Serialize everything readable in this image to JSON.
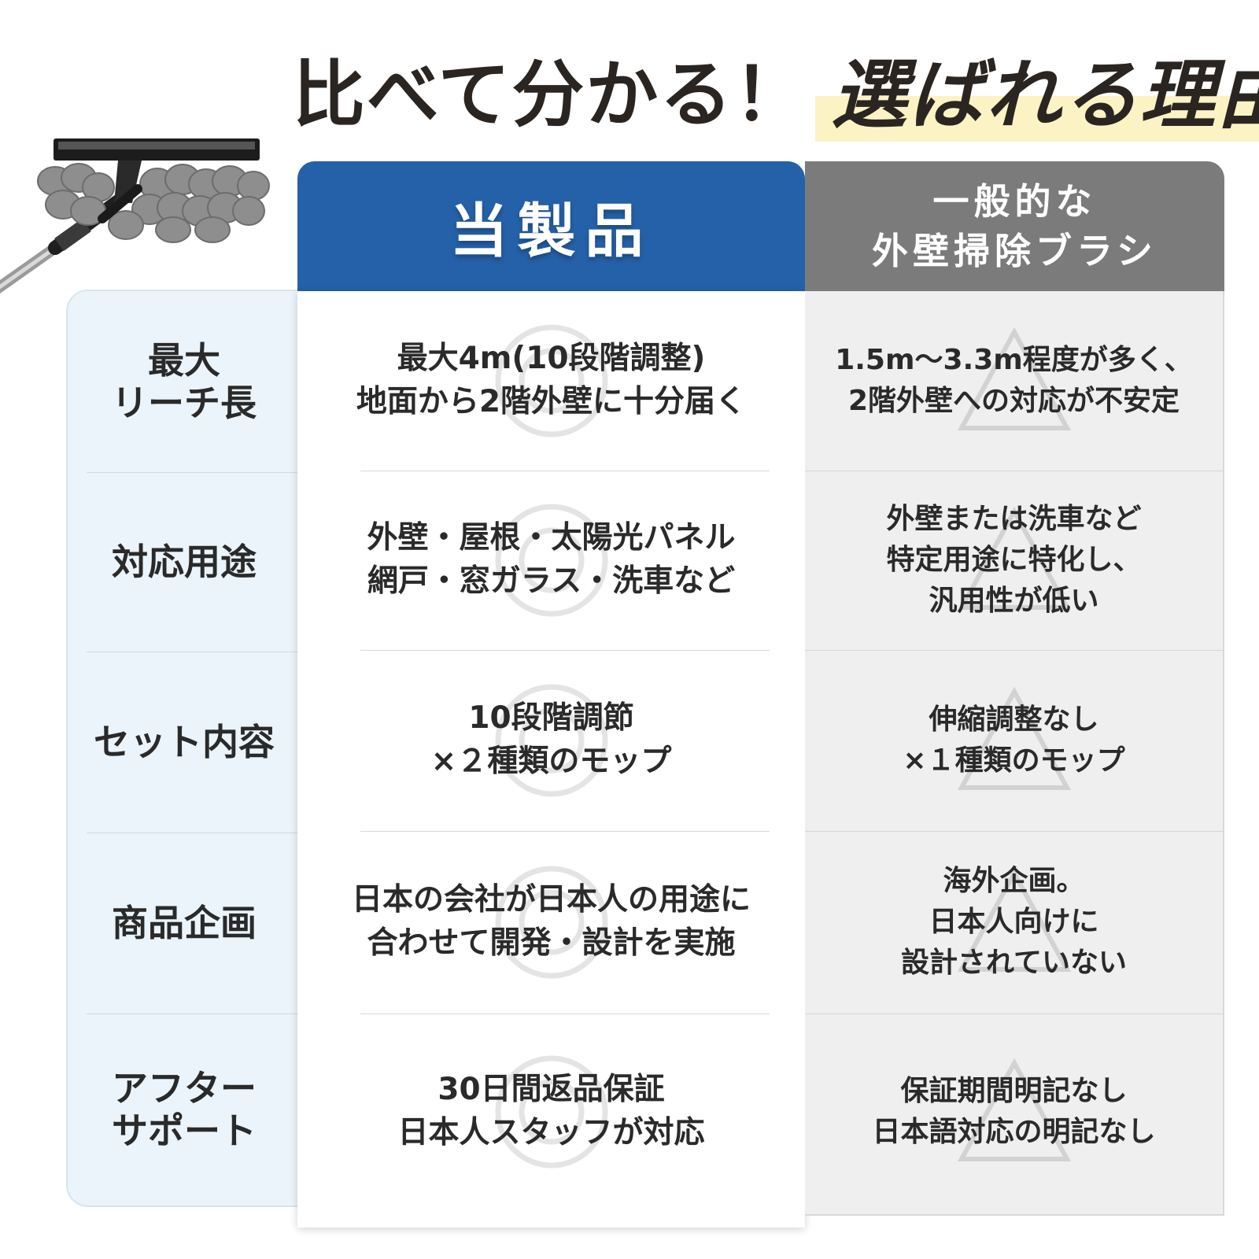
{
  "headline": {
    "lead": "比べて分かる！",
    "highlight": "選ばれる理由"
  },
  "columns": {
    "product_header": "当製品",
    "generic_header": "一般的な\n外壁掃除ブラシ"
  },
  "rows": [
    {
      "label": "最大\nリーチ長",
      "product": "最大4m(10段階調整)\n地面から2階外壁に十分届く",
      "generic": "1.5m〜3.3m程度が多く、\n2階外壁への対応が不安定"
    },
    {
      "label": "対応用途",
      "product": "外壁・屋根・太陽光パネル\n網戸・窓ガラス・洗車など",
      "generic": "外壁または洗車など\n特定用途に特化し、\n汎用性が低い"
    },
    {
      "label": "セット内容",
      "product": "10段階調節\n×２種類のモップ",
      "generic": "伸縮調整なし\n×１種類のモップ"
    },
    {
      "label": "商品企画",
      "product": "日本の会社が日本人の用途に\n合わせて開発・設計を実施",
      "generic": "海外企画。\n日本人向けに\n設計されていない"
    },
    {
      "label": "アフター\nサポート",
      "product": "30日間返品保証\n日本人スタッフが対応",
      "generic": "保証期間明記なし\n日本語対応の明記なし"
    }
  ],
  "marks": {
    "product": "double-circle-icon",
    "generic": "triangle-icon"
  },
  "colors": {
    "product_header": "#2561a8",
    "generic_header": "#7b7b7b",
    "label_bg": "#ebf4fb",
    "highlight": "#fbf3c4"
  }
}
